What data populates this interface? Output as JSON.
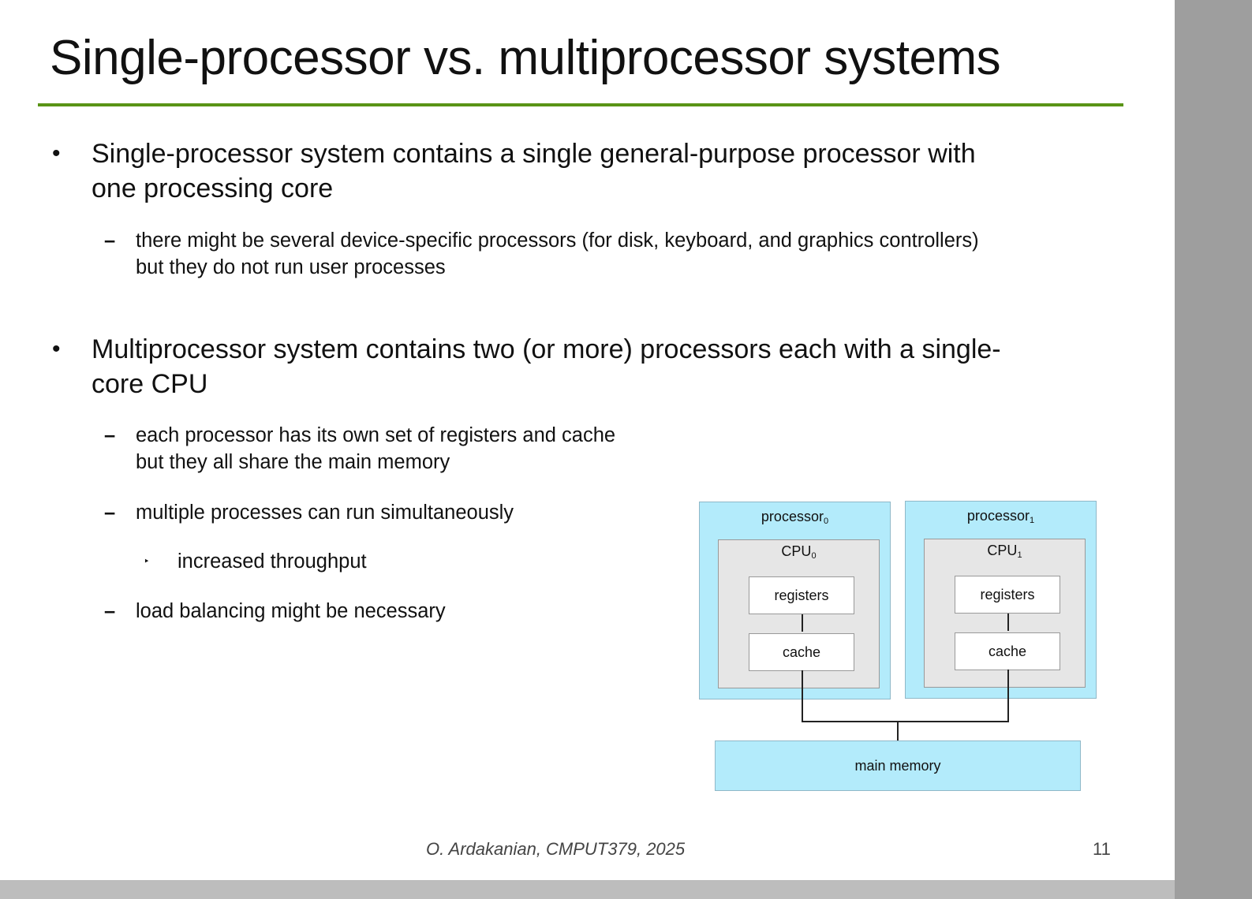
{
  "title": "Single-processor vs. multiprocessor systems",
  "bullets": {
    "b1_line1": "Single-processor system contains a single general-purpose processor with",
    "b1_line2": "one processing core",
    "b1_sub1_line1": "there might be several device-specific processors (for disk, keyboard, and graphics controllers)",
    "b1_sub1_line2": "but they do not run user processes",
    "b2_line1": "Multiprocessor system contains two (or more) processors each with a single-",
    "b2_line2": "core CPU",
    "b2_sub1_line1": "each processor has its own set of registers and cache",
    "b2_sub1_line2": "but they all share the main memory",
    "b2_sub2": "multiple processes can run simultaneously",
    "b2_sub2_sub1": "increased throughput",
    "b2_sub3": "load balancing might be necessary",
    "bullet_glyph": "•",
    "dash_glyph": "–",
    "tri_glyph": "‣"
  },
  "diagram": {
    "processor0_label": "processor",
    "processor0_sub": "0",
    "processor1_label": "processor",
    "processor1_sub": "1",
    "cpu0_label": "CPU",
    "cpu0_sub": "0",
    "cpu1_label": "CPU",
    "cpu1_sub": "1",
    "registers": "registers",
    "cache": "cache",
    "main_memory": "main memory"
  },
  "footer": {
    "credit": "O. Ardakanian, CMPUT379, 2025",
    "page_number": "11"
  },
  "colors": {
    "rule": "#5a9416",
    "processor_fill": "#b3ebfb",
    "cpu_fill": "#e6e6e6"
  }
}
